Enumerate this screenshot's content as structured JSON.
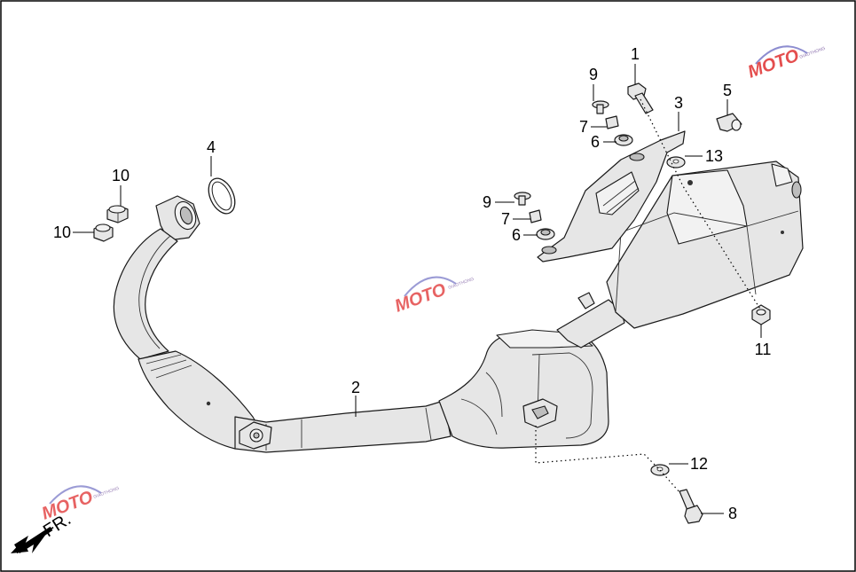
{
  "callouts": [
    "1",
    "2",
    "3",
    "4",
    "5",
    "6",
    "6",
    "7",
    "7",
    "8",
    "9",
    "9",
    "10",
    "10",
    "11",
    "12",
    "13"
  ],
  "direction_label": "FR.",
  "watermark": {
    "logo_text": "MOTO",
    "sub_text": "GIAOTHONG"
  },
  "colors": {
    "line": "#1a1a1a",
    "part_fill": "#e6e6e6",
    "watermark_red": "#e03030",
    "watermark_purple": "#7a7ac8"
  }
}
